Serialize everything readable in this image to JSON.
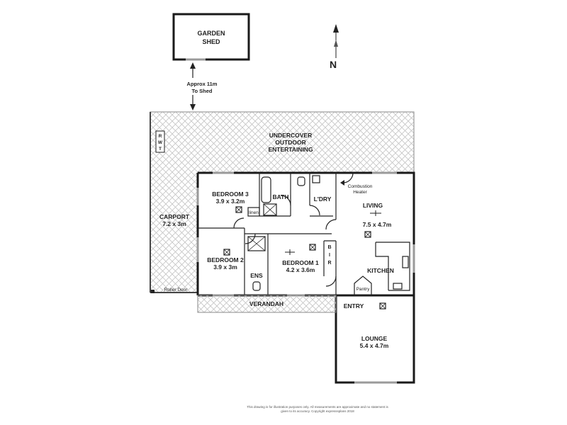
{
  "rooms": {
    "garden_shed_line1": "GARDEN",
    "garden_shed_line2": "SHED",
    "shed_distance_line1": "Approx 11m",
    "shed_distance_line2": "To Shed",
    "entertaining_line1": "UNDERCOVER",
    "entertaining_line2": "OUTDOOR",
    "entertaining_line3": "ENTERTAINING",
    "rwt": [
      "R",
      "W",
      "T"
    ],
    "carport_name": "CARPORT",
    "carport_size": "7.2 x 3m",
    "roller_door": "Roller Door",
    "bedroom3_name": "BEDROOM 3",
    "bedroom3_size": "3.9 x 3.2m",
    "bath": "BATH",
    "linen": "linen",
    "laundry": "L'DRY",
    "heater_line1": "Combustion",
    "heater_line2": "Heater",
    "living_name": "LIVING",
    "living_size": "7.5 x 4.7m",
    "bedroom2_name": "BEDROOM 2",
    "bedroom2_size": "3.9 x 3m",
    "ensuite": "ENS",
    "bedroom1_name": "BEDROOM 1",
    "bedroom1_size": "4.2 x 3.6m",
    "bir": [
      "B",
      "I",
      "R"
    ],
    "kitchen": "KITCHEN",
    "pantry": "Pantry",
    "verandah": "VERANDAH",
    "entry": "ENTRY",
    "lounge_name": "LOUNGE",
    "lounge_size": "5.4 x 4.7m"
  },
  "compass": {
    "label": "N"
  },
  "disclaimer": {
    "line1": "This drawing is for illustration purposes only. All measurements are approximate and no statement is",
    "line2": "given to its accuracy. Copyright expresssplans 2018"
  },
  "colors": {
    "wall": "#1a1a1a",
    "hatch": "#c4c4c4",
    "window": "#9a9a9a"
  }
}
